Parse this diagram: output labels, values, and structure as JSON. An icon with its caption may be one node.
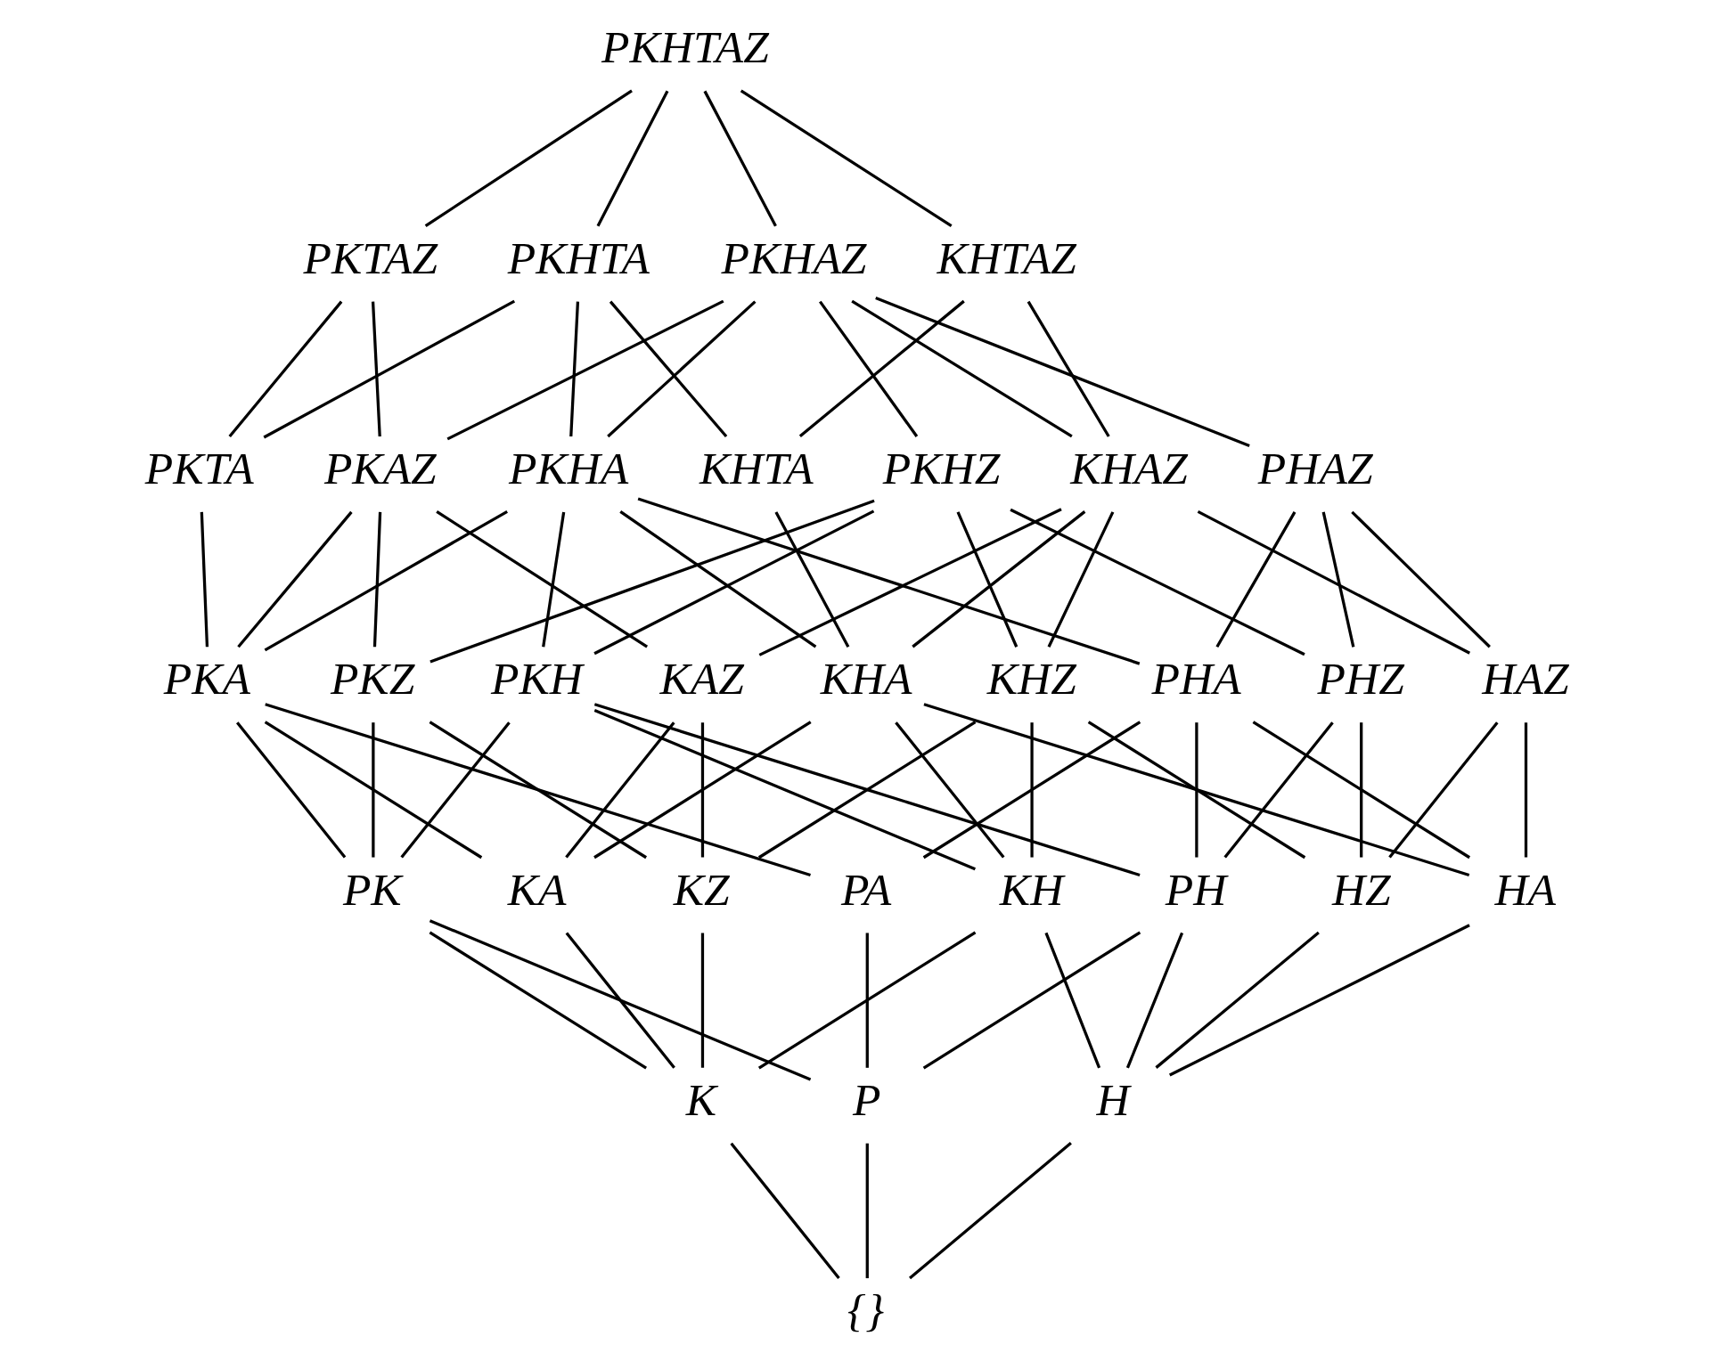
{
  "diagram": {
    "nodes": [
      {
        "text": [
          "PKHTAZ"
        ]
      },
      {
        "text": [
          "PKTAZ"
        ]
      },
      {
        "text": [
          "PKHTA"
        ]
      },
      {
        "text": [
          "PKHAZ"
        ]
      },
      {
        "text": [
          "KHTAZ"
        ]
      },
      {
        "text": [
          "PKTA"
        ]
      },
      {
        "text": [
          "PKAZ"
        ]
      },
      {
        "text": [
          "PKHA"
        ]
      },
      {
        "text": [
          "KHTA"
        ]
      },
      {
        "text": [
          "PKHZ"
        ]
      },
      {
        "text": [
          "KHAZ"
        ]
      },
      {
        "text": [
          "PHAZ"
        ]
      },
      {
        "text": [
          "PKA"
        ]
      },
      {
        "text": [
          "PKZ"
        ]
      },
      {
        "text": [
          "PKH"
        ]
      },
      {
        "text": [
          "KAZ"
        ]
      },
      {
        "text": [
          "KHA"
        ]
      },
      {
        "text": [
          "KHZ"
        ]
      },
      {
        "text": [
          "PHA"
        ]
      },
      {
        "text": [
          "PHZ"
        ]
      },
      {
        "text": [
          "HAZ"
        ]
      },
      {
        "text": [
          "PK"
        ]
      },
      {
        "text": [
          "KA"
        ]
      },
      {
        "text": [
          "KZ"
        ]
      },
      {
        "text": [
          "PA"
        ]
      },
      {
        "text": [
          "KH"
        ]
      },
      {
        "text": [
          "PH"
        ]
      },
      {
        "text": [
          "HZ"
        ]
      },
      {
        "text": [
          "HA"
        ]
      },
      {
        "text": [
          "K"
        ]
      },
      {
        "text": [
          "P"
        ]
      },
      {
        "text": [
          "H"
        ]
      },
      {
        "text": [
          "{}"
        ]
      }
    ],
    "edges": [
      {
        "from": 0,
        "to": 1,
        "arrow": "none"
      },
      {
        "from": 0,
        "to": 2,
        "arrow": "none"
      },
      {
        "from": 0,
        "to": 3,
        "arrow": "none"
      },
      {
        "from": 0,
        "to": 4,
        "arrow": "none"
      },
      {
        "from": 1,
        "to": 5,
        "arrow": "none"
      },
      {
        "from": 1,
        "to": 6,
        "arrow": "none"
      },
      {
        "from": 2,
        "to": 5,
        "arrow": "none"
      },
      {
        "from": 2,
        "to": 7,
        "arrow": "none"
      },
      {
        "from": 2,
        "to": 8,
        "arrow": "none"
      },
      {
        "from": 3,
        "to": 6,
        "arrow": "none"
      },
      {
        "from": 3,
        "to": 7,
        "arrow": "none"
      },
      {
        "from": 3,
        "to": 9,
        "arrow": "none"
      },
      {
        "from": 3,
        "to": 10,
        "arrow": "none"
      },
      {
        "from": 3,
        "to": 11,
        "arrow": "none"
      },
      {
        "from": 4,
        "to": 8,
        "arrow": "none"
      },
      {
        "from": 4,
        "to": 10,
        "arrow": "none"
      },
      {
        "from": 5,
        "to": 12,
        "arrow": "none"
      },
      {
        "from": 6,
        "to": 12,
        "arrow": "none"
      },
      {
        "from": 6,
        "to": 13,
        "arrow": "none"
      },
      {
        "from": 6,
        "to": 15,
        "arrow": "none"
      },
      {
        "from": 7,
        "to": 12,
        "arrow": "none"
      },
      {
        "from": 7,
        "to": 14,
        "arrow": "none"
      },
      {
        "from": 7,
        "to": 16,
        "arrow": "none"
      },
      {
        "from": 7,
        "to": 18,
        "arrow": "none"
      },
      {
        "from": 8,
        "to": 16,
        "arrow": "none"
      },
      {
        "from": 9,
        "to": 13,
        "arrow": "none"
      },
      {
        "from": 9,
        "to": 14,
        "arrow": "none"
      },
      {
        "from": 9,
        "to": 17,
        "arrow": "none"
      },
      {
        "from": 9,
        "to": 19,
        "arrow": "none"
      },
      {
        "from": 10,
        "to": 15,
        "arrow": "none"
      },
      {
        "from": 10,
        "to": 16,
        "arrow": "none"
      },
      {
        "from": 10,
        "to": 17,
        "arrow": "none"
      },
      {
        "from": 10,
        "to": 20,
        "arrow": "none"
      },
      {
        "from": 11,
        "to": 18,
        "arrow": "none"
      },
      {
        "from": 11,
        "to": 19,
        "arrow": "none"
      },
      {
        "from": 11,
        "to": 20,
        "arrow": "none"
      },
      {
        "from": 12,
        "to": 21,
        "arrow": "none"
      },
      {
        "from": 12,
        "to": 22,
        "arrow": "none"
      },
      {
        "from": 12,
        "to": 24,
        "arrow": "none"
      },
      {
        "from": 13,
        "to": 21,
        "arrow": "none"
      },
      {
        "from": 13,
        "to": 23,
        "arrow": "none"
      },
      {
        "from": 14,
        "to": 21,
        "arrow": "none"
      },
      {
        "from": 14,
        "to": 25,
        "arrow": "none"
      },
      {
        "from": 14,
        "to": 26,
        "arrow": "none"
      },
      {
        "from": 15,
        "to": 22,
        "arrow": "none"
      },
      {
        "from": 15,
        "to": 23,
        "arrow": "none"
      },
      {
        "from": 16,
        "to": 22,
        "arrow": "none"
      },
      {
        "from": 16,
        "to": 25,
        "arrow": "none"
      },
      {
        "from": 16,
        "to": 28,
        "arrow": "none"
      },
      {
        "from": 17,
        "to": 23,
        "arrow": "none"
      },
      {
        "from": 17,
        "to": 25,
        "arrow": "none"
      },
      {
        "from": 17,
        "to": 27,
        "arrow": "none"
      },
      {
        "from": 18,
        "to": 24,
        "arrow": "none"
      },
      {
        "from": 18,
        "to": 26,
        "arrow": "none"
      },
      {
        "from": 18,
        "to": 28,
        "arrow": "none"
      },
      {
        "from": 19,
        "to": 26,
        "arrow": "none"
      },
      {
        "from": 19,
        "to": 27,
        "arrow": "none"
      },
      {
        "from": 20,
        "to": 27,
        "arrow": "none"
      },
      {
        "from": 20,
        "to": 28,
        "arrow": "none"
      },
      {
        "from": 21,
        "to": 29,
        "arrow": "none"
      },
      {
        "from": 21,
        "to": 30,
        "arrow": "none"
      },
      {
        "from": 22,
        "to": 29,
        "arrow": "none"
      },
      {
        "from": 23,
        "to": 29,
        "arrow": "none"
      },
      {
        "from": 24,
        "to": 30,
        "arrow": "none"
      },
      {
        "from": 25,
        "to": 29,
        "arrow": "none"
      },
      {
        "from": 25,
        "to": 31,
        "arrow": "none"
      },
      {
        "from": 26,
        "to": 30,
        "arrow": "none"
      },
      {
        "from": 26,
        "to": 31,
        "arrow": "none"
      },
      {
        "from": 27,
        "to": 31,
        "arrow": "none"
      },
      {
        "from": 28,
        "to": 31,
        "arrow": "none"
      },
      {
        "from": 29,
        "to": 32,
        "arrow": "none"
      },
      {
        "from": 30,
        "to": 32,
        "arrow": "none"
      },
      {
        "from": 31,
        "to": 32,
        "arrow": "none"
      }
    ]
  }
}
